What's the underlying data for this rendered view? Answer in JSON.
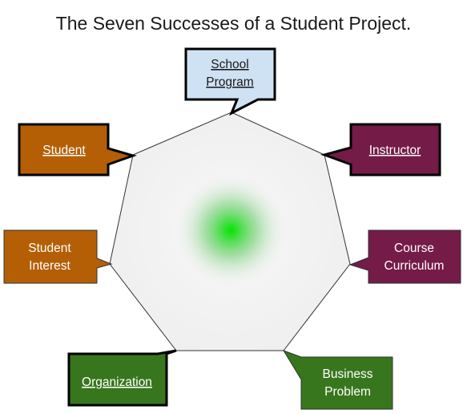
{
  "title": "The Seven Successes of a Student Project.",
  "colors": {
    "blue_fill": "#cfe2f3",
    "orange_fill": "#b45f06",
    "maroon_fill": "#741b47",
    "green_fill": "#38761d",
    "center_glow": "#00e600",
    "heptagon_fill": "#f3f3f3"
  },
  "callouts": {
    "school_program": {
      "line1": "School",
      "line2": "Program"
    },
    "student": {
      "line1": "Student"
    },
    "instructor": {
      "line1": "Instructor"
    },
    "student_interest": {
      "line1": "Student",
      "line2": "Interest"
    },
    "course_curriculum": {
      "line1": "Course",
      "line2": "Curriculum"
    },
    "organization": {
      "line1": "Organization"
    },
    "business_problem": {
      "line1": "Business",
      "line2": "Problem"
    }
  }
}
